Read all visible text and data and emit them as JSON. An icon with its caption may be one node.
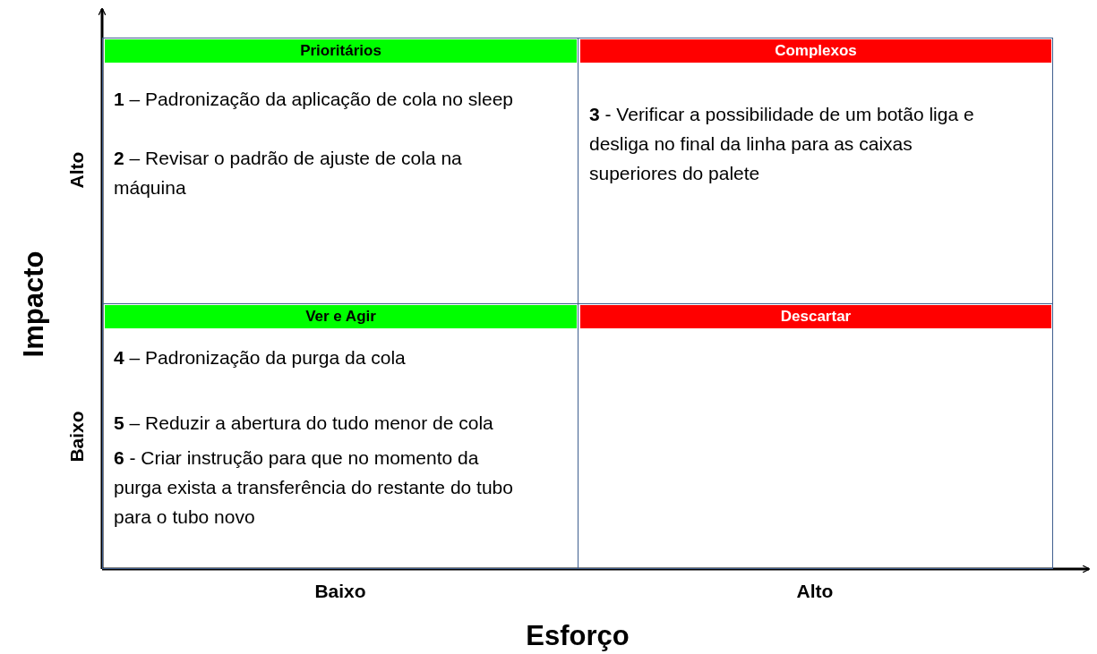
{
  "diagram": {
    "nodes": [
      {
        "text": [
          "Prioritários",
          "**1** – Padronização da aplicação de cola no sleep",
          "**2** – Revisar o padrão de ajuste de cola na máquina"
        ]
      },
      {
        "text": [
          "Complexos",
          "**3** - Verificar a possibilidade de um botão liga e desliga no final da linha para as caixas superiores do palete"
        ]
      },
      {
        "text": [
          "Ver e Agir",
          "**4** – Padronização da purga da cola",
          "**5** – Reduzir a abertura do tudo menor de cola",
          "**6** - Criar instrução para que no momento da purga exista a transferência do restante do tubo para o tubo novo"
        ]
      },
      {
        "text": [
          "Descartar"
        ]
      }
    ],
    "labels": [
      "Alto",
      "Impacto",
      "Baixo",
      "Baixo",
      "Alto",
      "Esforço"
    ]
  }
}
